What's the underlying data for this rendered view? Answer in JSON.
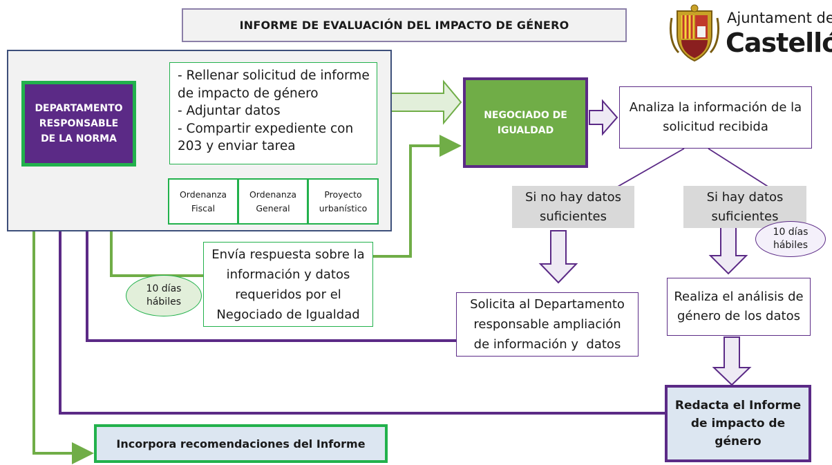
{
  "title": "INFORME DE EVALUACIÓN DEL IMPACTO DE GÉNERO",
  "logo": {
    "line1": "Ajuntament de",
    "line2": "Castelló"
  },
  "colors": {
    "purple": "#5b2a86",
    "green": "#22b14c",
    "light_green": "#70ad47",
    "gray": "#d9d9d9",
    "light_blue": "#dce6f1"
  },
  "nodes": {
    "dept": {
      "lines": [
        "DEPARTAMENTO",
        "RESPONSABLE",
        "DE LA NORMA"
      ]
    },
    "tasks": {
      "lines": [
        "- Rellenar solicitud de informe",
        "de impacto de género",
        "- Adjuntar datos",
        "- Compartir expediente con",
        "203 y enviar tarea"
      ]
    },
    "categories": [
      {
        "lines": [
          "Ordenanza",
          "Fiscal"
        ]
      },
      {
        "lines": [
          "Ordenanza",
          "General"
        ]
      },
      {
        "lines": [
          "Proyecto",
          "urbanístico"
        ]
      }
    ],
    "igualdad": {
      "lines": [
        "NEGOCIADO DE",
        "IGUALDAD"
      ]
    },
    "analiza": {
      "lines": [
        "Analiza la información de la",
        "solicitud recibida"
      ]
    },
    "no_datos": {
      "lines": [
        "Si no hay datos",
        "suficientes"
      ]
    },
    "si_datos": {
      "lines": [
        "Si hay datos",
        "suficientes"
      ]
    },
    "envia": {
      "lines": [
        "Envía respuesta sobre la",
        "información y datos",
        "requeridos por el",
        "Negociado de Igualdad"
      ]
    },
    "solicita": {
      "lines": [
        "Solicita al Departamento",
        "responsable ampliación",
        "de información y  datos"
      ]
    },
    "realiza": {
      "lines": [
        "Realiza el análisis de",
        "género de los datos"
      ]
    },
    "redacta": {
      "lines": [
        "Redacta el Informe",
        "de impacto de",
        "género"
      ]
    },
    "incorpora": {
      "text": "Incorpora recomendaciones del Informe"
    },
    "oval_dept": {
      "lines": [
        "10 días",
        "hábiles"
      ]
    },
    "oval_right": {
      "lines": [
        "10 días",
        "hábiles"
      ]
    }
  }
}
